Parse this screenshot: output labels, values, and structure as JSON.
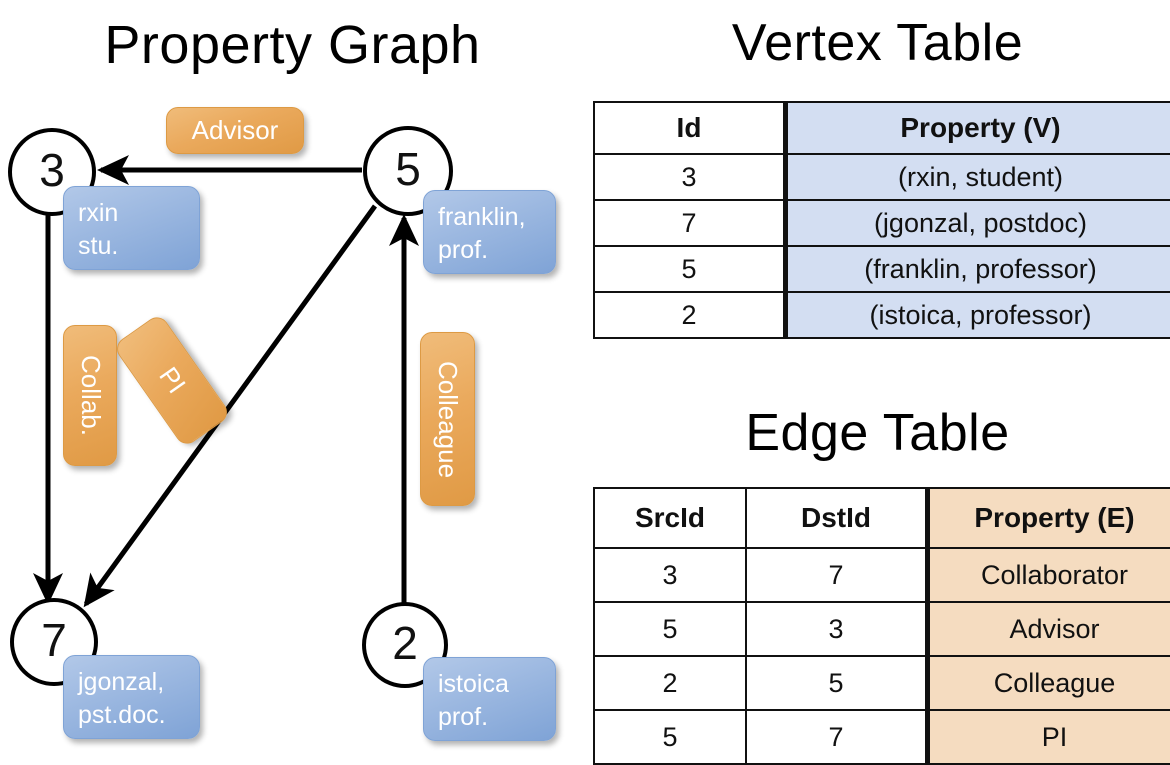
{
  "titles": {
    "property_graph": "Property Graph",
    "vertex_table": "Vertex Table",
    "edge_table": "Edge Table"
  },
  "graph": {
    "nodes": [
      {
        "id": "3",
        "property_label": "rxin\nstu."
      },
      {
        "id": "5",
        "property_label": "franklin,\nprof."
      },
      {
        "id": "7",
        "property_label": "jgonzal,\npst.doc."
      },
      {
        "id": "2",
        "property_label": "istoica\nprof."
      }
    ],
    "node_3_id": "3",
    "node_5_id": "5",
    "node_7_id": "7",
    "node_2_id": "2",
    "prop_3_line1": "rxin",
    "prop_3_line2": "stu.",
    "prop_5_line1": "franklin,",
    "prop_5_line2": "prof.",
    "prop_7_line1": "jgonzal,",
    "prop_7_line2": "pst.doc.",
    "prop_2_line1": "istoica",
    "prop_2_line2": "prof.",
    "edge_labels": {
      "advisor": "Advisor",
      "collab": "Collab.",
      "pi": "PI",
      "colleague": "Colleague"
    },
    "edges": [
      {
        "src": "5",
        "dst": "3",
        "label": "Advisor"
      },
      {
        "src": "3",
        "dst": "7",
        "label": "Collab."
      },
      {
        "src": "5",
        "dst": "7",
        "label": "PI"
      },
      {
        "src": "2",
        "dst": "5",
        "label": "Colleague"
      }
    ]
  },
  "vertex_table": {
    "columns": [
      "Id",
      "Property (V)"
    ],
    "col_id": "Id",
    "col_property": "Property (V)",
    "rows": [
      {
        "id": "3",
        "property": "(rxin, student)"
      },
      {
        "id": "7",
        "property": "(jgonzal, postdoc)"
      },
      {
        "id": "5",
        "property": "(franklin, professor)"
      },
      {
        "id": "2",
        "property": "(istoica, professor)"
      }
    ]
  },
  "edge_table": {
    "columns": [
      "SrcId",
      "DstId",
      "Property (E)"
    ],
    "col_src": "SrcId",
    "col_dst": "DstId",
    "col_property": "Property (E)",
    "rows": [
      {
        "src": "3",
        "dst": "7",
        "property": "Collaborator"
      },
      {
        "src": "5",
        "dst": "3",
        "property": "Advisor"
      },
      {
        "src": "2",
        "dst": "5",
        "property": "Colleague"
      },
      {
        "src": "5",
        "dst": "7",
        "property": "PI"
      }
    ]
  },
  "colors": {
    "vertex_property_fill": "#d3def2",
    "edge_property_fill": "#f5dcc0",
    "node_property_box": "#7fa3d6",
    "edge_label_box": "#eaa95c",
    "stroke": "#111111"
  }
}
